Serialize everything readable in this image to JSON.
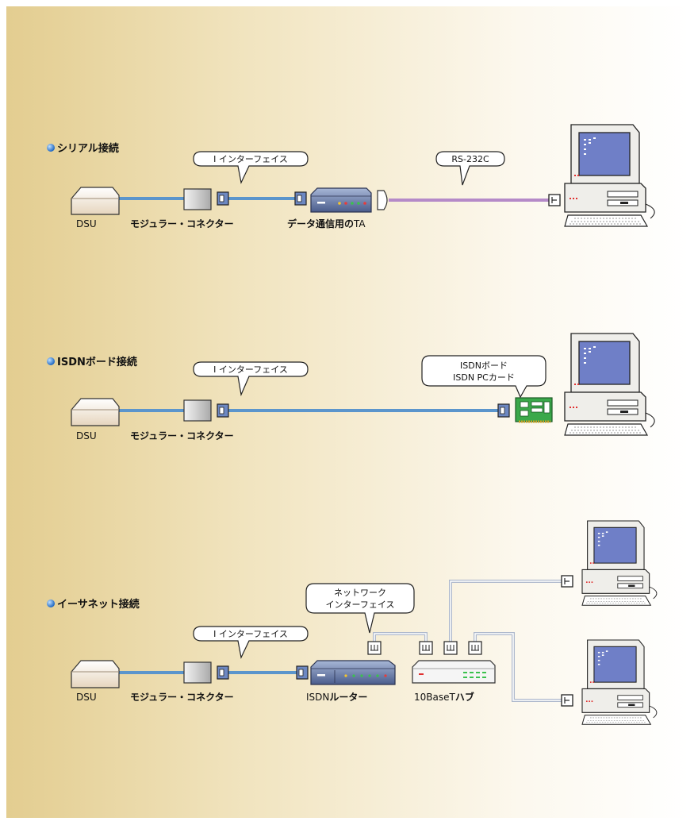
{
  "sections": [
    {
      "title": "シリアル接続",
      "labels": {
        "dsu": "DSU",
        "modular": "モジュラー・コネクター",
        "ta_bold": "データ通信用の",
        "ta_tail": "TA"
      },
      "callouts": [
        "I インターフェイス",
        "RS-232C"
      ]
    },
    {
      "title": "ISDNボード接続",
      "labels": {
        "dsu": "DSU",
        "modular": "モジュラー・コネクター"
      },
      "callouts": [
        "I インターフェイス"
      ],
      "board_callout": [
        "ISDNボード",
        "ISDN PCカード"
      ]
    },
    {
      "title": "イーサネット接続",
      "labels": {
        "dsu": "DSU",
        "modular": "モジュラー・コネクター",
        "router_pre": "ISDN",
        "router_bold": "ルーター",
        "hub_pre": "10BaseT",
        "hub_bold": "ハブ"
      },
      "callouts": [
        "I インターフェイス"
      ],
      "net_callout": [
        "ネットワーク",
        "インターフェイス"
      ]
    }
  ],
  "colors": {
    "background_left": "#e3cd90",
    "background_right": "#ffffff",
    "isdn_cable": "#5b95cc",
    "serial_cable": "#b58ac8",
    "lan_cable": "#aeb8cc",
    "bullet": "#2f7ed6"
  }
}
